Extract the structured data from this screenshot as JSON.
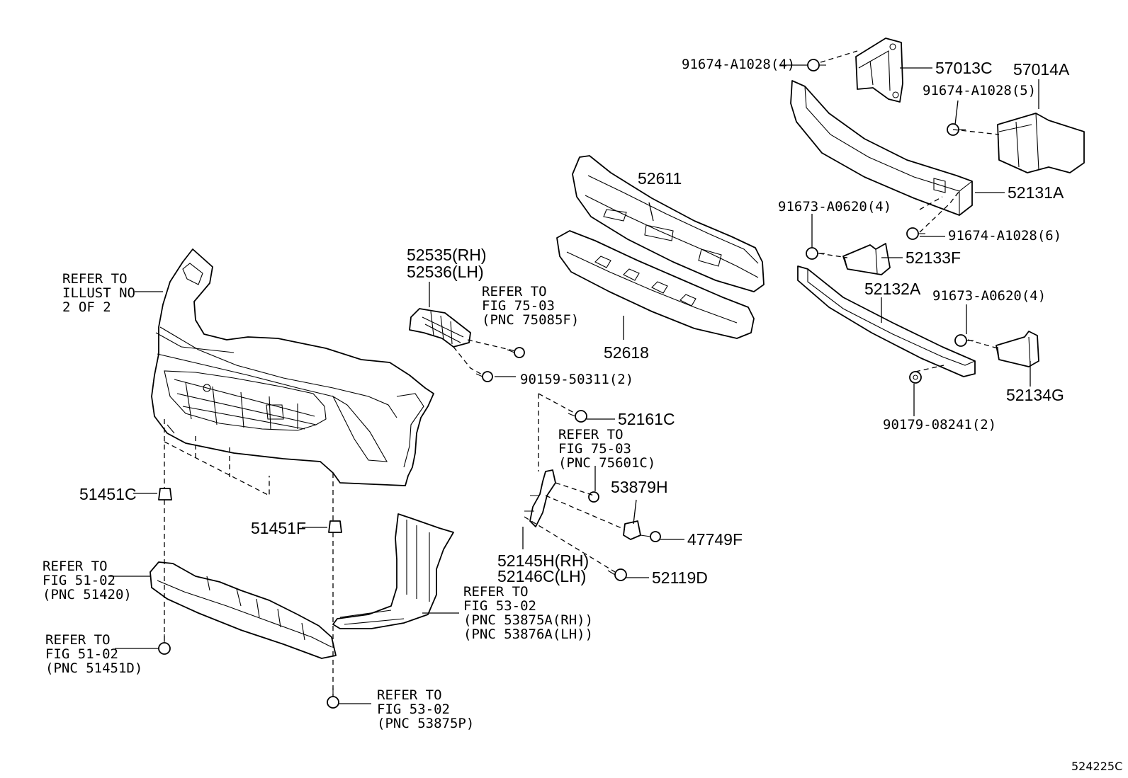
{
  "figure_code": "524225C",
  "callouts": {
    "bumper_cover_ref": [
      "REFER TO",
      "ILLUST NO",
      "2 OF 2"
    ],
    "p52535": "52535(RH)",
    "p52536": "52536(LH)",
    "ref_75085F": [
      "REFER TO",
      "FIG 75-03",
      "(PNC 75085F)"
    ],
    "p90159": "90159-50311(2)",
    "p52611": "52611",
    "p52618": "52618",
    "p91674_top": "91674-A1028(4)",
    "p57013C": "57013C",
    "p57014A": "57014A",
    "p91674_5": "91674-A1028(5)",
    "p52131A": "52131A",
    "p91673_top": "91673-A0620(4)",
    "p91674_6": "91674-A1028(6)",
    "p52133F": "52133F",
    "p52132A": "52132A",
    "p91673_mid": "91673-A0620(4)",
    "p52134G": "52134G",
    "p90179": "90179-08241(2)",
    "p52161C": "52161C",
    "ref_75601C": [
      "REFER TO",
      "FIG 75-03",
      "(PNC 75601C)"
    ],
    "p53879H": "53879H",
    "p47749F": "47749F",
    "p52145H": "52145H(RH)",
    "p52146C": "52146C(LH)",
    "p52119D": "52119D",
    "p51451C": "51451C",
    "p51451F": "51451F",
    "ref_51420": [
      "REFER TO",
      "FIG 51-02",
      "(PNC 51420)"
    ],
    "ref_51451D": [
      "REFER TO",
      "FIG 51-02",
      "(PNC 51451D)"
    ],
    "ref_53875A": [
      "REFER TO",
      "FIG 53-02",
      "(PNC 53875A(RH))",
      "(PNC 53876A(LH))"
    ],
    "ref_53875P": [
      "REFER TO",
      "FIG 53-02",
      "(PNC 53875P)"
    ]
  }
}
